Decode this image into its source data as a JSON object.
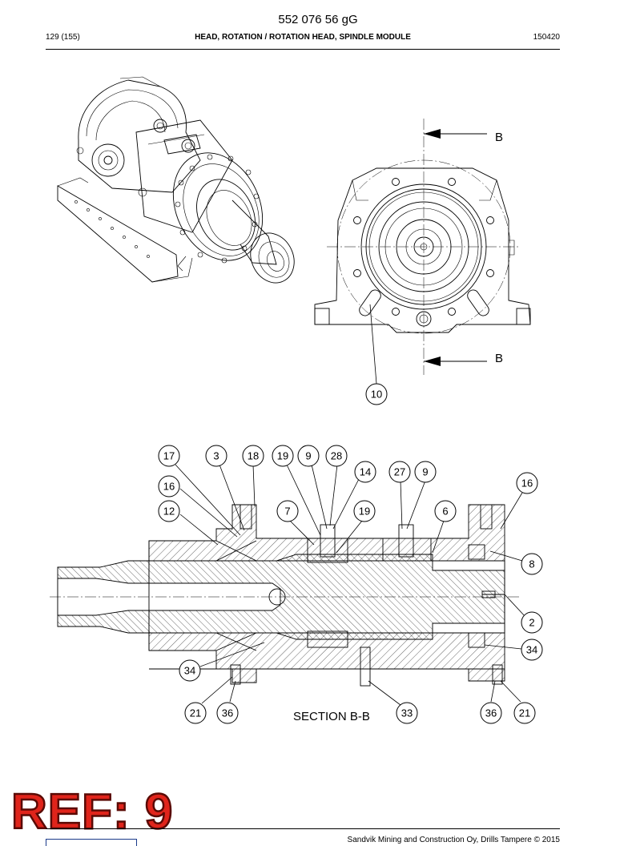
{
  "header": {
    "doc_number": "552 076 56 gG",
    "page": "129 (155)",
    "title": "HEAD, ROTATION / ROTATION HEAD, SPINDLE MODULE",
    "date": "150420"
  },
  "drawing": {
    "view_marker": "B",
    "section_label": "SECTION B-B",
    "callouts_end_view": [
      "10"
    ],
    "callouts_section": [
      "17",
      "3",
      "18",
      "19",
      "9",
      "28",
      "14",
      "27",
      "9",
      "16",
      "16",
      "12",
      "7",
      "19",
      "6",
      "8",
      "2",
      "34",
      "34",
      "21",
      "36",
      "33",
      "36",
      "21"
    ]
  },
  "stamp": {
    "text": "REF: 9",
    "color": "#e0241b"
  },
  "footer": {
    "text": "Sandvik Mining and Construction Oy, Drills Tampere © 2015"
  }
}
